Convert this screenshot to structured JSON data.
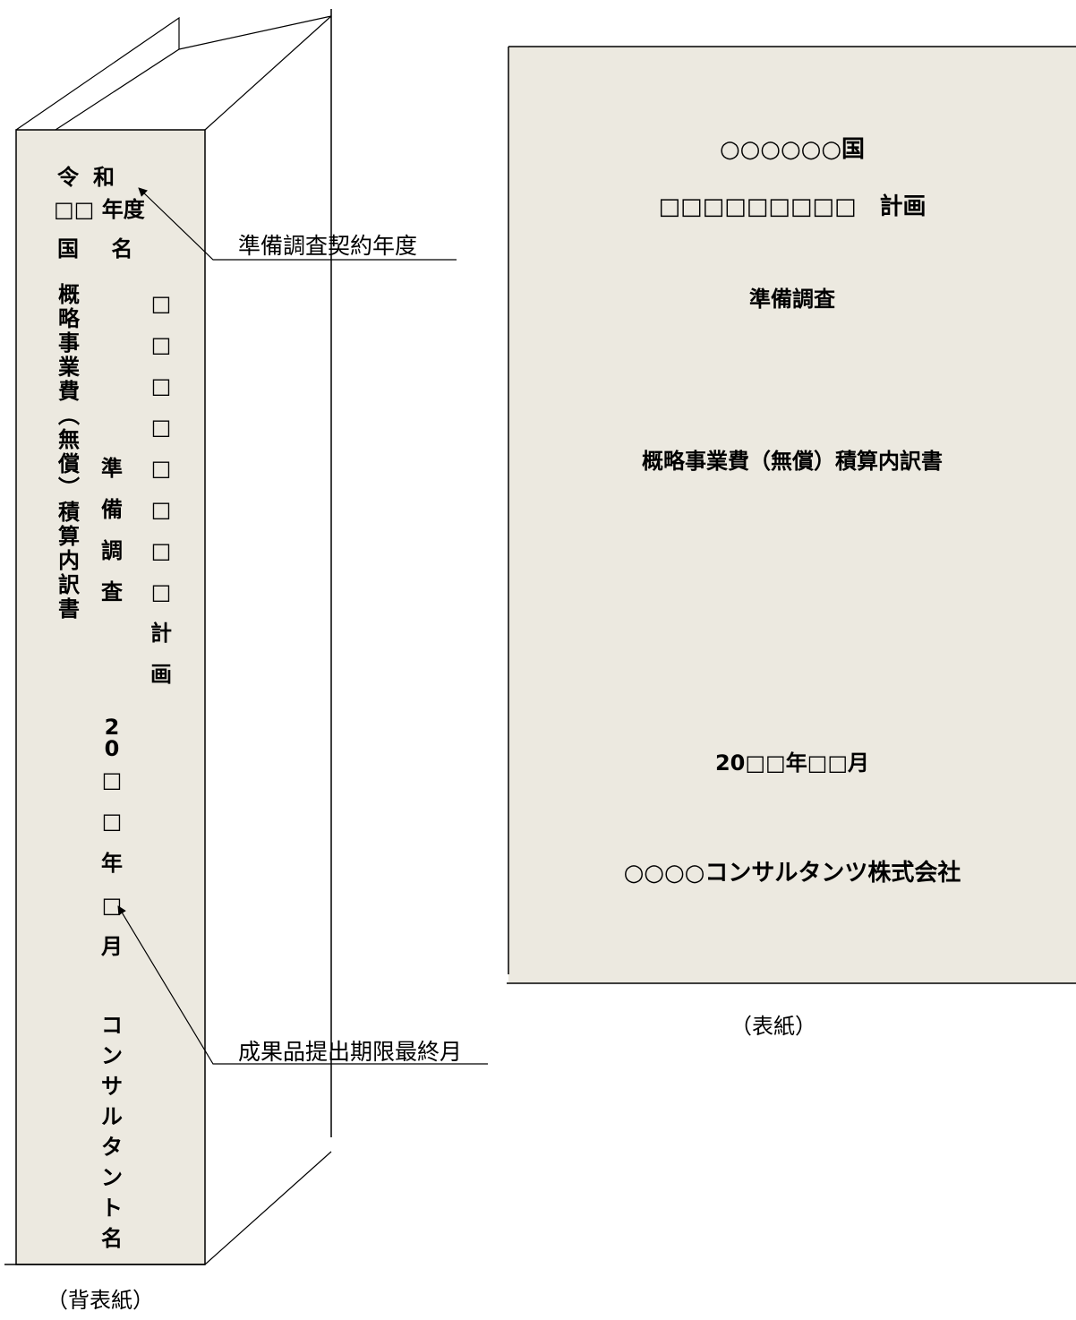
{
  "colors": {
    "panel_fill": "#ece9e0",
    "line": "#000000",
    "background": "#ffffff"
  },
  "spine": {
    "era": "令和",
    "year": "□□ 年度",
    "country_name": "国 名",
    "project_chars": [
      "□",
      "□",
      "□",
      "□",
      "□",
      "□",
      "□",
      "□",
      "計",
      "画"
    ],
    "survey_chars": [
      "準",
      "備",
      "調",
      "査"
    ],
    "doc_chars": [
      "概",
      "略",
      "事",
      "業",
      "費",
      "︵",
      "無",
      "償",
      "︶",
      "積",
      "算",
      "内",
      "訳",
      "書"
    ],
    "date_chars": [
      "2",
      "0",
      "□",
      "□",
      "年",
      "□",
      "月"
    ],
    "consultant_chars": [
      "コ",
      "ン",
      "サ",
      "ル",
      "タ",
      "ン",
      "ト",
      "名"
    ]
  },
  "annotations": {
    "contract_year": "準備調査契約年度",
    "deadline_month": "成果品提出期限最終月"
  },
  "cover": {
    "country": "○○○○○○国",
    "project": "□□□□□□□□□　計画",
    "survey": "準備調査",
    "document": "概略事業費（無償）積算内訳書",
    "date": "20□□年□□月",
    "consultant": "○○○○コンサルタンツ株式会社"
  },
  "captions": {
    "spine": "（背表紙）",
    "cover": "（表紙）"
  }
}
